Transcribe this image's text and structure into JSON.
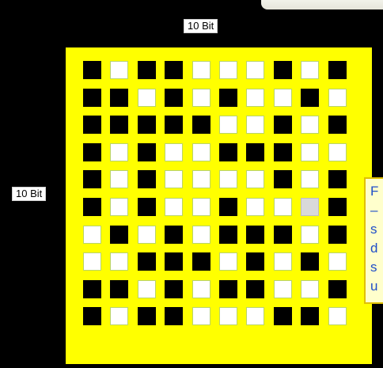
{
  "labels": {
    "columns": "10 Bit",
    "rows": "10 Bit"
  },
  "grid": {
    "rows": [
      "bwbbwwwbwb",
      "bbwbwbwwbw",
      "bbbbbwwbwb",
      "bwbwwbbbww",
      "bwbwwwwbwb",
      "bwbwwbwwgb",
      "wbwbwbbbwb",
      "wwbbbwbwbw",
      "bbwbwbbwwb",
      "bwbbwwwbbw"
    ],
    "colors": {
      "on": "#000000",
      "off": "#ffffff",
      "highlight": "#d9d9d9",
      "board": "#ffff00"
    }
  },
  "caption": {
    "lines": [
      "F",
      "–",
      "s",
      "d",
      "s",
      "u"
    ],
    "text_color": "#1f4ec8",
    "background": "#ffffcc"
  }
}
